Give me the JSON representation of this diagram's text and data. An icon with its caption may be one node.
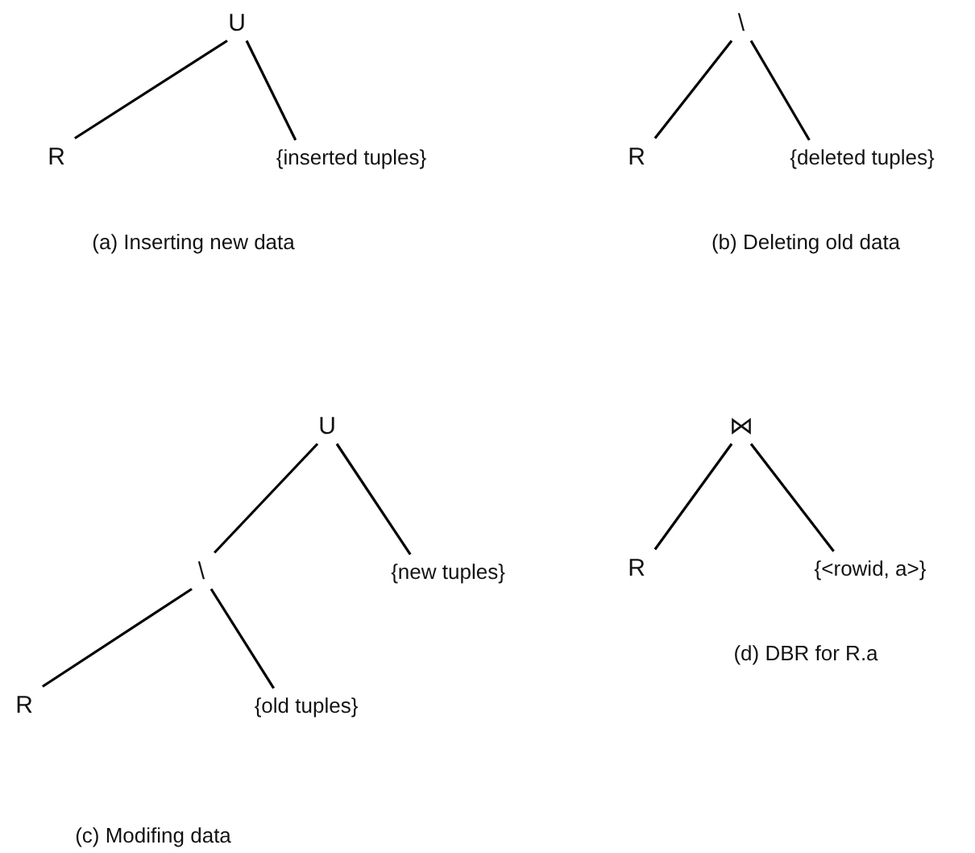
{
  "diagram": {
    "nodes": [
      {
        "text": [
          "U"
        ]
      },
      {
        "text": [
          "R"
        ]
      },
      {
        "text": [
          "{inserted tuples}"
        ]
      },
      {
        "text": [
          "\\"
        ]
      },
      {
        "text": [
          "R"
        ]
      },
      {
        "text": [
          "{deleted tuples}"
        ]
      },
      {
        "text": [
          "U"
        ]
      },
      {
        "text": [
          "\\"
        ]
      },
      {
        "text": [
          "{new tuples}"
        ]
      },
      {
        "text": [
          "R"
        ]
      },
      {
        "text": [
          "{old tuples}"
        ]
      },
      {
        "text": [
          "⋈"
        ]
      },
      {
        "text": [
          "R"
        ]
      },
      {
        "text": [
          "{<rowid, a>}"
        ]
      }
    ],
    "edges": [
      {
        "from": 0,
        "to": 1,
        "arrow": "none"
      },
      {
        "from": 0,
        "to": 2,
        "arrow": "none"
      },
      {
        "from": 3,
        "to": 4,
        "arrow": "none"
      },
      {
        "from": 3,
        "to": 5,
        "arrow": "none"
      },
      {
        "from": 6,
        "to": 7,
        "arrow": "none"
      },
      {
        "from": 6,
        "to": 8,
        "arrow": "none"
      },
      {
        "from": 7,
        "to": 9,
        "arrow": "none"
      },
      {
        "from": 7,
        "to": 10,
        "arrow": "none"
      },
      {
        "from": 11,
        "to": 12,
        "arrow": "none"
      },
      {
        "from": 11,
        "to": 13,
        "arrow": "none"
      }
    ],
    "labels": [
      "(a) Inserting new data",
      "(b) Deleting old data",
      "(d) DBR for R.a",
      "(c) Modifing data"
    ]
  }
}
